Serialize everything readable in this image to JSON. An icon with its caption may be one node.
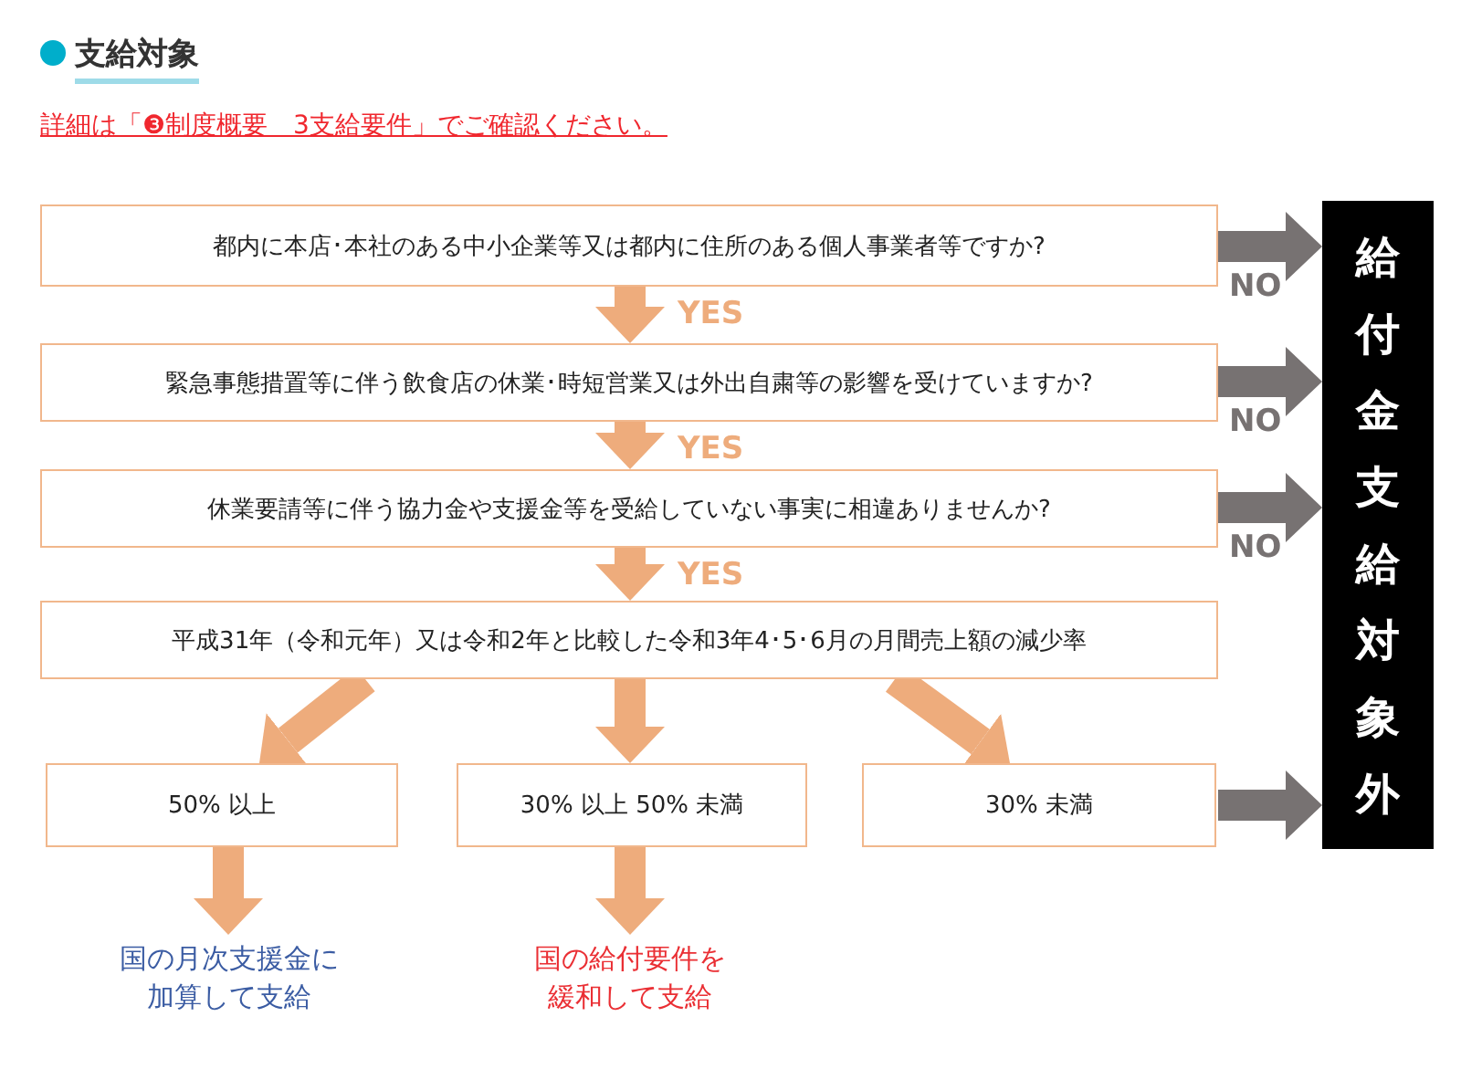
{
  "diagram": {
    "title": "支給対象",
    "nodes": [
      {
        "text": [
          "都内に本店･本社のある中小企業等又は都内に住所のある個人事業者等ですか?"
        ]
      },
      {
        "text": [
          "緊急事態措置等に伴う飲食店の休業･時短営業又は外出自粛等の影響を受けていますか?"
        ]
      },
      {
        "text": [
          "休業要請等に伴う協力金や支援金等を受給していない事実に相違ありませんか?"
        ]
      },
      {
        "text": [
          "平成31年（令和元年）又は令和2年と比較した令和3年4･5･6月の月間売上額の減少率"
        ]
      },
      {
        "text": [
          "50% 以上"
        ]
      },
      {
        "text": [
          "30% 以上 50% 未満"
        ]
      },
      {
        "text": [
          "30% 未満"
        ]
      },
      {
        "text": [
          "国の月次支援金に加算して支給"
        ]
      },
      {
        "text": [
          "国の給付要件を緩和して支給"
        ]
      },
      {
        "text": [
          "給付金支給対象外"
        ]
      }
    ],
    "edges": [
      {
        "from": 0,
        "to": 1,
        "arrow": "to",
        "label": "YES"
      },
      {
        "from": 1,
        "to": 2,
        "arrow": "to",
        "label": "YES"
      },
      {
        "from": 2,
        "to": 3,
        "arrow": "to",
        "label": "YES"
      },
      {
        "from": 3,
        "to": 4,
        "arrow": "to"
      },
      {
        "from": 3,
        "to": 5,
        "arrow": "to"
      },
      {
        "from": 3,
        "to": 6,
        "arrow": "to"
      },
      {
        "from": 4,
        "to": 7,
        "arrow": "to"
      },
      {
        "from": 5,
        "to": 8,
        "arrow": "to"
      },
      {
        "from": 0,
        "to": 9,
        "arrow": "to",
        "label": "NO",
        "color": "#777272"
      },
      {
        "from": 1,
        "to": 9,
        "arrow": "to",
        "label": "NO",
        "color": "#777272"
      },
      {
        "from": 2,
        "to": 9,
        "arrow": "to",
        "label": "NO",
        "color": "#777272"
      },
      {
        "from": 6,
        "to": 9,
        "arrow": "to",
        "color": "#777272"
      }
    ],
    "labels": [
      "詳細は「❸制度概要　3支給要件」でご確認ください。"
    ]
  }
}
